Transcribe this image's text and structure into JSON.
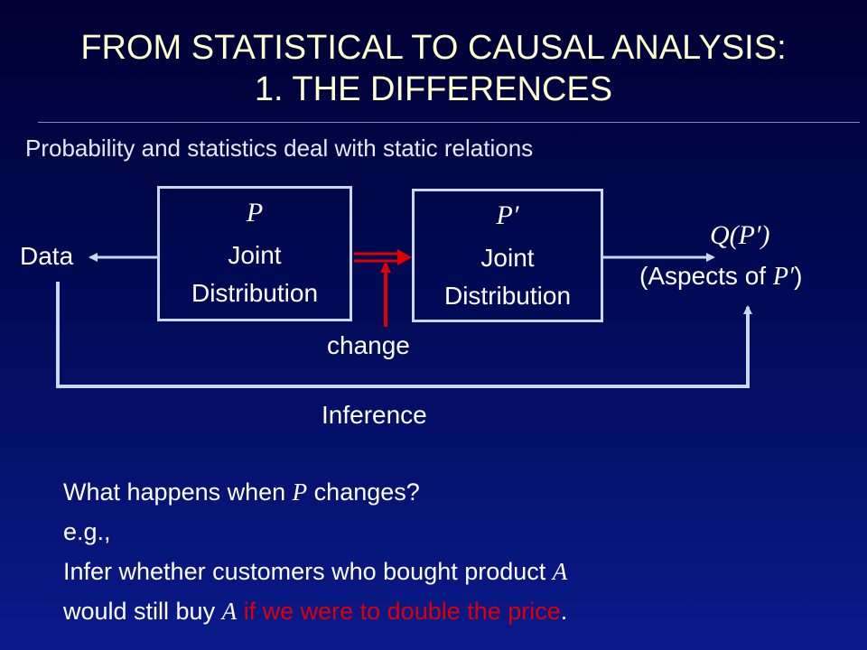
{
  "title": {
    "line1": "FROM STATISTICAL TO CAUSAL ANALYSIS:",
    "line2": "1.  THE DIFFERENCES"
  },
  "subtitle": "Probability and statistics deal with static relations",
  "diagram": {
    "data_label": "Data",
    "box1": {
      "symbol": "P",
      "line1": "Joint",
      "line2": "Distribution"
    },
    "box2": {
      "symbol": "P′",
      "line1": "Joint",
      "line2": "Distribution"
    },
    "query": {
      "symbol": "Q(P′)",
      "aspects_prefix": "(Aspects of ",
      "aspects_symbol": "P′",
      "aspects_suffix": ")"
    },
    "change_label": "change",
    "inference_label": "Inference",
    "colors": {
      "box": "#c8d8f0",
      "arrow": "#c8d8f0",
      "change_arrow": "#e00000"
    }
  },
  "question": {
    "prefix": "What happens when ",
    "symbol": "P",
    "suffix": " changes?"
  },
  "eg": "e.g.,",
  "example": {
    "line1_prefix": "Infer whether customers who bought product ",
    "line1_symbol": "A",
    "line2_prefix": "would still buy ",
    "line2_symbol": "A",
    "line2_red": " if we were to double the price",
    "line2_suffix": "."
  }
}
